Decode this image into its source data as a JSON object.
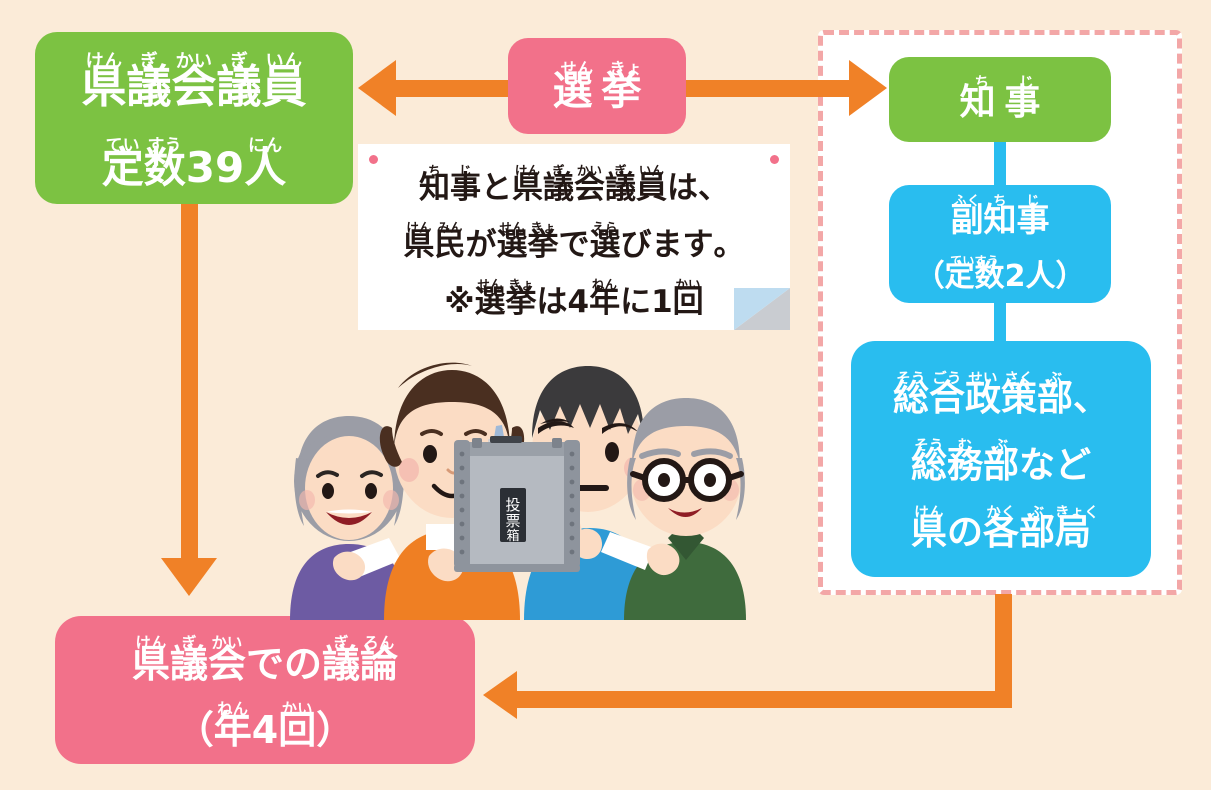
{
  "meta": {
    "title": "県政のしくみ（知事・県議会）",
    "background_color": "#fbebd8"
  },
  "colors": {
    "green": "#7cc242",
    "pink": "#f2718a",
    "blue": "#29bdef",
    "orange": "#f08127",
    "dashed_border": "#f3a7a7",
    "card_white": "#ffffff",
    "text_dark": "#231815"
  },
  "boxes": {
    "council": {
      "line1": {
        "ruby": [
          "けん",
          "ぎ",
          "かい",
          "ぎ",
          "いん"
        ],
        "base": [
          "県",
          "議",
          "会",
          "議",
          "員"
        ]
      },
      "line2": {
        "ruby": [
          "てい",
          "すう",
          "",
          "",
          "にん"
        ],
        "base": [
          "定",
          "数",
          "3",
          "9",
          "人"
        ]
      }
    },
    "election": {
      "line1": {
        "ruby": [
          "せん",
          "きょ"
        ],
        "base": [
          "選",
          "挙"
        ]
      }
    },
    "governor": {
      "line1": {
        "ruby": [
          "ち",
          "じ"
        ],
        "base": [
          "知",
          "事"
        ]
      }
    },
    "vice_governor": {
      "line1": {
        "ruby": [
          "ふく",
          "ち",
          "じ"
        ],
        "base": [
          "副",
          "知",
          "事"
        ]
      },
      "line2": {
        "ruby": [
          "",
          "ていすう",
          "",
          "",
          ""
        ],
        "base": [
          "（",
          "定数",
          "2",
          "人",
          "）"
        ]
      }
    },
    "departments": {
      "line1": {
        "ruby": [
          "そう",
          "ごう",
          "せい",
          "さく",
          "ぶ",
          ""
        ],
        "base": [
          "総",
          "合",
          "政",
          "策",
          "部",
          "、"
        ]
      },
      "line2": {
        "ruby": [
          "そう",
          "む",
          "ぶ",
          "",
          ""
        ],
        "base": [
          "総",
          "務",
          "部",
          "な",
          "ど"
        ]
      },
      "line3": {
        "ruby": [
          "けん",
          "",
          "かく",
          "ぶ",
          "きょく"
        ],
        "base": [
          "県",
          "の",
          "各",
          "部",
          "局"
        ]
      }
    },
    "discussion": {
      "line1": {
        "ruby": [
          "けん",
          "ぎ",
          "かい",
          "",
          "",
          "ぎ",
          "ろん"
        ],
        "base": [
          "県",
          "議",
          "会",
          "で",
          "の",
          "議",
          "論"
        ]
      },
      "line2": {
        "ruby": [
          "",
          "ねん",
          "",
          "かい",
          ""
        ],
        "base": [
          "（",
          "年",
          "4",
          "回",
          "）"
        ]
      }
    }
  },
  "info_card": {
    "line1": {
      "ruby": [
        "ち",
        "じ",
        "",
        "けん",
        "ぎ",
        "かい",
        "ぎ",
        "いん",
        "",
        ""
      ],
      "base": [
        "知",
        "事",
        "と",
        "県",
        "議",
        "会",
        "議",
        "員",
        "は",
        "、"
      ]
    },
    "line2": {
      "ruby": [
        "けん",
        "みん",
        "",
        "せん",
        "きょ",
        "",
        "えら",
        "",
        "",
        ""
      ],
      "base": [
        "県",
        "民",
        "が",
        "選",
        "挙",
        "で",
        "選",
        "び",
        "ます",
        "。"
      ]
    },
    "line3": {
      "ruby": [
        "",
        "せん",
        "きょ",
        "",
        "",
        "ねん",
        "",
        "",
        "かい"
      ],
      "base": [
        "※",
        "選",
        "挙",
        "は",
        "4",
        "年",
        "に",
        "1",
        "回"
      ]
    }
  },
  "illustration": {
    "caption": "県民が投票箱に投票する4人のイラスト",
    "ballot_box_label": "投票箱",
    "people": [
      {
        "name": "elderly-woman",
        "clothing_color": "#6d5ba3",
        "hair_color": "#9b9da6"
      },
      {
        "name": "young-woman",
        "clothing_color": "#ef7f23",
        "hair_color": "#4a2f20"
      },
      {
        "name": "young-man",
        "clothing_color": "#2e9bd6",
        "hair_color": "#3b3a3c"
      },
      {
        "name": "elderly-man",
        "clothing_color": "#3f6b3d",
        "hair_color": "#9b9da6"
      }
    ]
  },
  "arrows": [
    {
      "name": "election-to-council",
      "direction": "left"
    },
    {
      "name": "election-to-governor",
      "direction": "right"
    },
    {
      "name": "council-to-discussion",
      "direction": "down"
    },
    {
      "name": "departments-to-discussion",
      "direction": "left"
    }
  ]
}
